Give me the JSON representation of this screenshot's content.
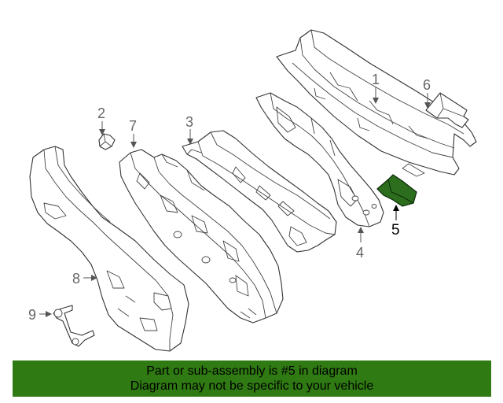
{
  "banner": {
    "line1": "Part or sub-assembly is #5 in diagram",
    "line2": "Diagram may not be specific to your vehicle",
    "background_color": "#2f7a12"
  },
  "callouts": {
    "c1": "1",
    "c2": "2",
    "c3": "3",
    "c4": "4",
    "c5": "5",
    "c6": "6",
    "c7": "7",
    "c8": "8",
    "c9": "9"
  },
  "highlight": {
    "part_number": "5",
    "color": "#2c6e1e"
  }
}
